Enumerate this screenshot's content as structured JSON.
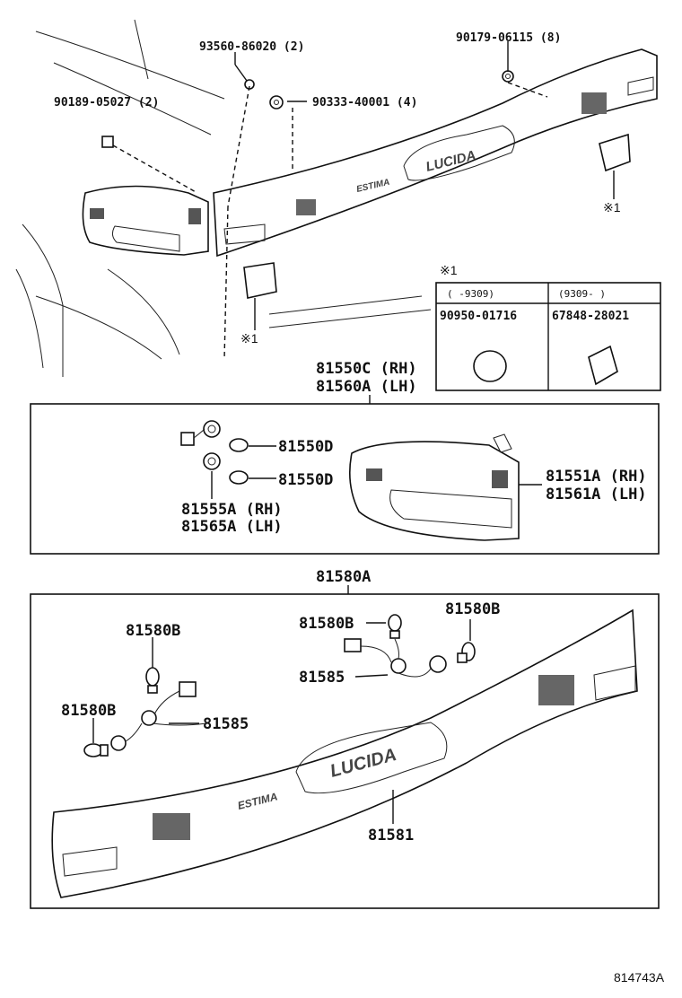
{
  "top_assembly": {
    "labels": {
      "screw_93560": "93560-86020 (2)",
      "nut_90179": "90179-06115 (8)",
      "clip_90189": "90189-05027 (2)",
      "grommet_90333": "90333-40001 (4)"
    },
    "note_mark_right": "※1",
    "note_mark_left": "※1",
    "badge_lucida": "LUCIDA",
    "badge_estima": "ESTIMA"
  },
  "note_table": {
    "title": "※1",
    "columns": [
      {
        "range": "(      -9309)",
        "part": "90950-01716"
      },
      {
        "range": "(9309-      )",
        "part": "67848-28021"
      }
    ]
  },
  "lamp_assembly": {
    "assembly_label": [
      "81550C (RH)",
      "81560A (LH)"
    ],
    "bulb_upper": "81550D",
    "bulb_lower": "81550D",
    "socket_label": [
      "81555A (RH)",
      "81565A (LH)"
    ],
    "lens_label": [
      "81551A (RH)",
      "81561A (LH)"
    ]
  },
  "garnish_assembly": {
    "assembly_label": "81580A",
    "bulb_left_top": "81580B",
    "bulb_left_bottom": "81580B",
    "bulb_center": "81580B",
    "bulb_right": "81580B",
    "harness_left": "81585",
    "harness_center": "81585",
    "garnish": "81581",
    "badge_lucida": "LUCIDA",
    "badge_estima": "ESTIMA"
  },
  "figure_ref": "814743A"
}
